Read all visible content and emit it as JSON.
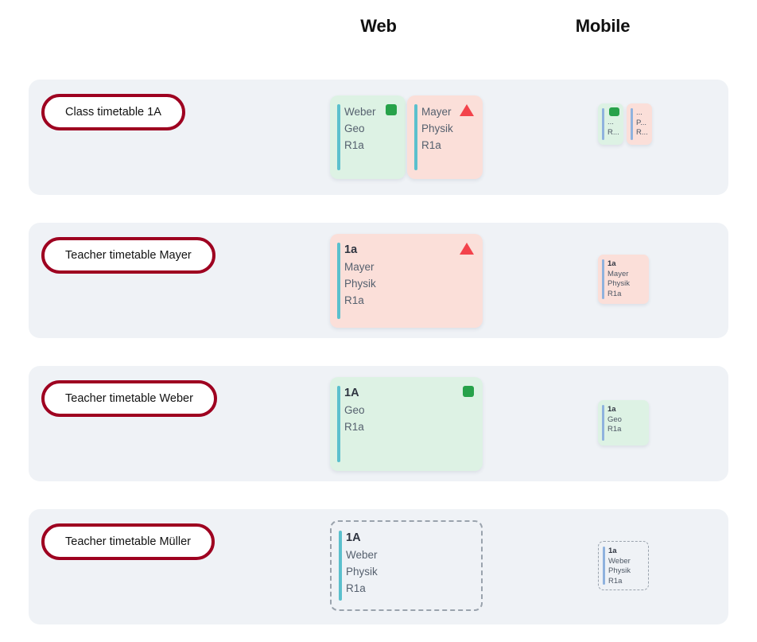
{
  "columns": {
    "web": "Web",
    "mobile": "Mobile"
  },
  "colors": {
    "pill_border": "#9e0020",
    "row_band": "#eff2f6",
    "card_green": "#ddf2e4",
    "card_red": "#fbdfd9",
    "accent_web": "#5bc0cd",
    "accent_mobile": "#8fb2de",
    "badge_green": "#27a24a",
    "badge_red": "#f3434c",
    "dashed_border": "#9aa3ad"
  },
  "rows": [
    {
      "label": "Class timetable 1A",
      "web_cards": [
        {
          "style": "green",
          "badge": "green-square-icon",
          "lines": [
            "Weber",
            "Geo",
            "R1a"
          ],
          "strong_first": false
        },
        {
          "style": "red",
          "badge": "red-triangle-icon",
          "lines": [
            "Mayer",
            "Physik",
            "R1a"
          ],
          "strong_first": false
        }
      ],
      "mobile_cards": [
        {
          "style": "green",
          "badge": "green-square-icon",
          "lines": [
            "",
            "...",
            "R..."
          ],
          "strong_first": false
        },
        {
          "style": "red",
          "badge": "none",
          "lines": [
            "...",
            "P...",
            "R..."
          ],
          "strong_first": false
        }
      ]
    },
    {
      "label": "Teacher timetable Mayer",
      "web_cards": [
        {
          "style": "red",
          "badge": "red-triangle-icon",
          "lines": [
            "1a",
            "Mayer",
            "Physik",
            "R1a"
          ],
          "strong_first": true
        }
      ],
      "mobile_cards": [
        {
          "style": "red",
          "badge": "none",
          "lines": [
            "1a",
            "Mayer",
            "Physik",
            "R1a"
          ],
          "strong_first": true
        }
      ]
    },
    {
      "label": "Teacher timetable Weber",
      "web_cards": [
        {
          "style": "green",
          "badge": "green-square-icon",
          "lines": [
            "1A",
            "Geo",
            "R1a"
          ],
          "strong_first": true
        }
      ],
      "mobile_cards": [
        {
          "style": "green",
          "badge": "none",
          "lines": [
            "1a",
            "Geo",
            "R1a"
          ],
          "strong_first": true
        }
      ]
    },
    {
      "label": "Teacher timetable Müller",
      "web_cards": [
        {
          "style": "dashed",
          "badge": "none",
          "lines": [
            "1A",
            "Weber",
            "Physik",
            "R1a"
          ],
          "strong_first": true
        }
      ],
      "mobile_cards": [
        {
          "style": "dashed",
          "badge": "none",
          "lines": [
            "1a",
            "Weber",
            "Physik",
            "R1a"
          ],
          "strong_first": true
        }
      ]
    }
  ]
}
